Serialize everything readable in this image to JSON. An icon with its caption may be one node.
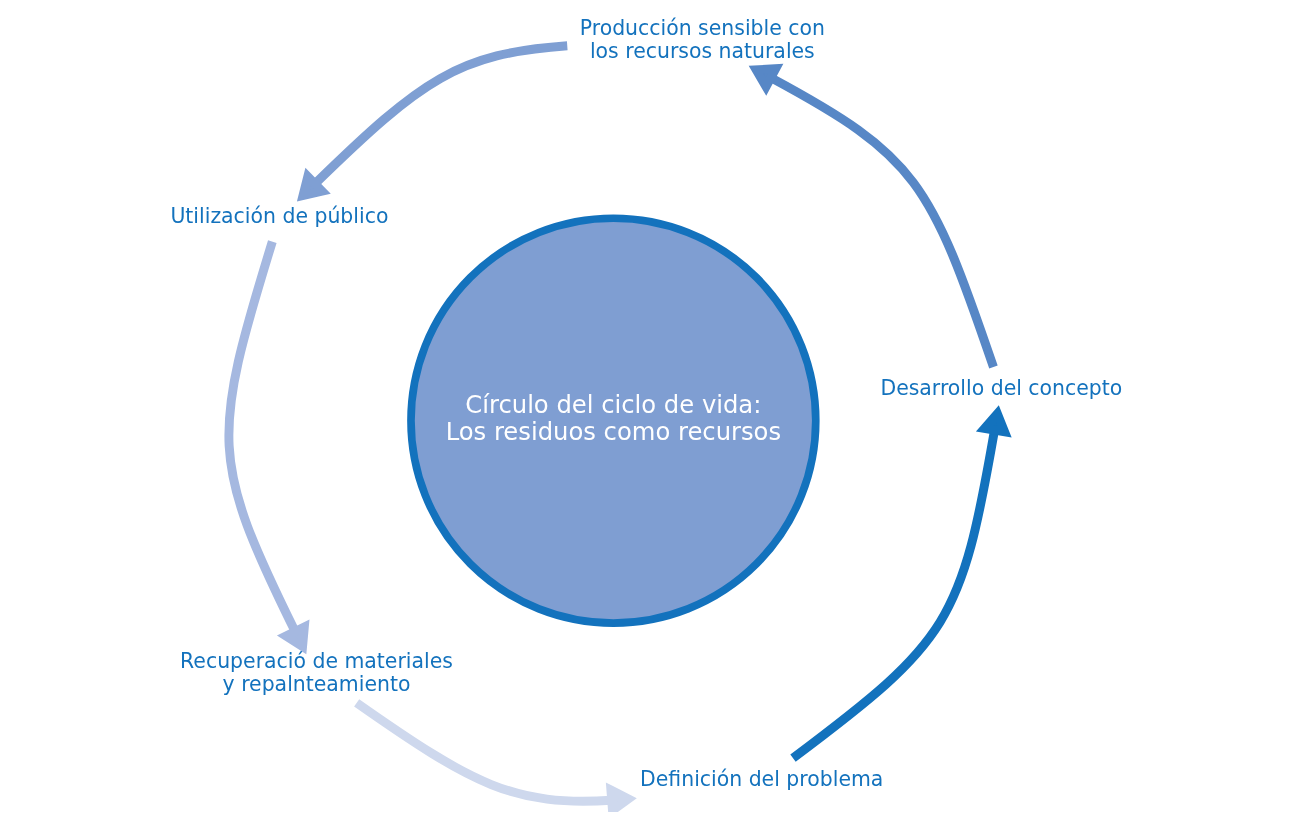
{
  "diagram": {
    "nodes": [
      {
        "text": [
          "Círculo del ciclo de vida: Los residuos como recursos"
        ]
      },
      {
        "text": [
          "Definición del problema"
        ]
      },
      {
        "text": [
          "Desarrollo del concepto"
        ]
      },
      {
        "text": [
          "Producción sensible con los recursos naturales"
        ]
      },
      {
        "text": [
          "Utilización de público"
        ]
      },
      {
        "text": [
          "Recuperació de materiales y repalnteamiento"
        ]
      }
    ],
    "edges": [
      {
        "from": 1,
        "to": 2,
        "arrow": "to",
        "color": "#1372bd"
      },
      {
        "from": 2,
        "to": 3,
        "arrow": "to",
        "color": "#5787c6"
      },
      {
        "from": 3,
        "to": 4,
        "arrow": "to",
        "color": "#7f9fd3"
      },
      {
        "from": 4,
        "to": 5,
        "arrow": "to",
        "color": "#a5b8e0"
      },
      {
        "from": 5,
        "to": 1,
        "arrow": "to",
        "color": "#ced8ed"
      }
    ]
  }
}
